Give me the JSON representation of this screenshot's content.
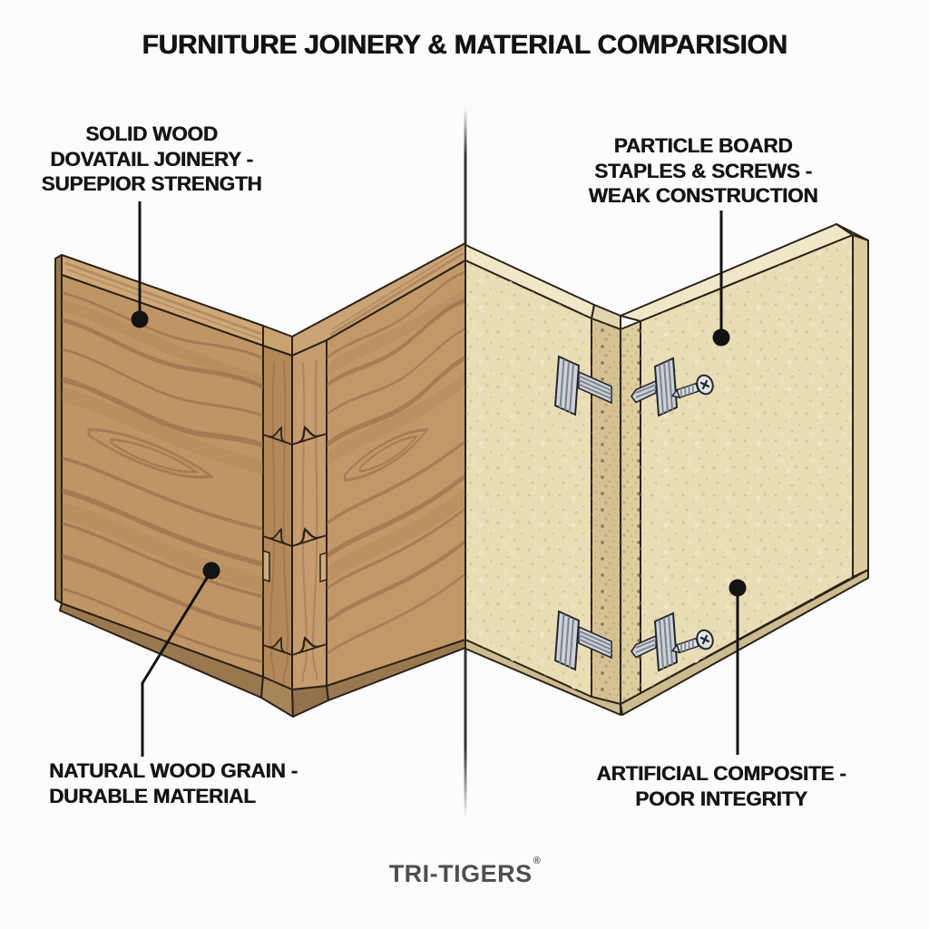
{
  "title": "FURNITURE JOINERY & MATERIAL COMPARISION",
  "callouts": {
    "top_left": {
      "lines": [
        "SOLID WOOD",
        "DOVATAIL JOINERY -",
        "SUPEPIOR STRENGTH"
      ]
    },
    "top_right": {
      "lines": [
        "PARTICLE BOARD",
        "STAPLES & SCREWS -",
        "WEAK CONSTRUCTION"
      ]
    },
    "bottom_left": {
      "lines": [
        "NATURAL WOOD GRAIN -",
        "DURABLE MATERIAL"
      ]
    },
    "bottom_right": {
      "lines": [
        "ARTIFICIAL COMPOSITE -",
        "POOR INTEGRITY"
      ]
    }
  },
  "brand": {
    "name": "TRI-TIGERS",
    "registered_mark": "®"
  },
  "illustrations": {
    "left": {
      "name": "solid-wood-dovetail-corner",
      "features": [
        "wood grain",
        "dovetail joint marks"
      ]
    },
    "right": {
      "name": "particle-board-corner",
      "features": [
        "staples",
        "screws",
        "exposed composite core"
      ]
    }
  },
  "colors": {
    "background": "#fcfcfc",
    "text": "#151515",
    "brand_text": "#4f4f4f",
    "divider": "#333333",
    "callout": "#131313",
    "wood_face": "#bf9565",
    "wood_grain": "#8a6242",
    "wood_top_edge": "#cfa877",
    "board_face": "#e9ddb6",
    "board_core": "#d5c193",
    "board_top_edge": "#f0e7c8",
    "metal": "#cdd2d8",
    "outline": "#2b2118"
  }
}
